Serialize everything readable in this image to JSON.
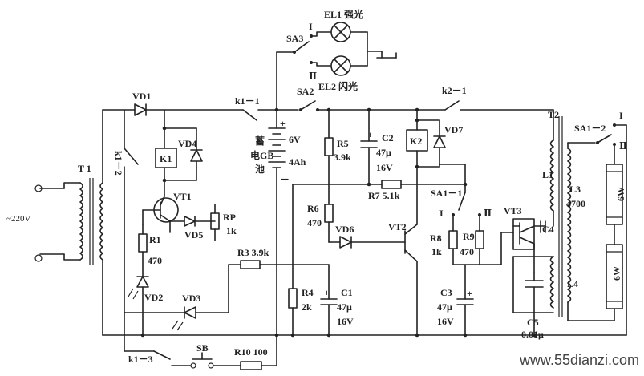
{
  "watermark": "www.55dianzi.com",
  "labels": {
    "T1": "T 1",
    "ac": "~220V",
    "VD1": "VD1",
    "k1_2": "k1－2",
    "K1": "K1",
    "VD4": "VD4",
    "VT1": "VT1",
    "VD5": "VD5",
    "RP": "RP",
    "RP_val": "1k",
    "R1": "R1",
    "R1_val": "470",
    "VD2": "VD2",
    "VD3": "VD3",
    "R3": "R3 3.9k",
    "k1_3": "k1－3",
    "SB": "SB",
    "R10": "R10 100",
    "k1_1": "k1－1",
    "batt_chars": [
      "蓄",
      "电GB",
      "池"
    ],
    "batt_v": "6V",
    "batt_ah": "4Ah",
    "SA3": "SA3",
    "SA3_I": "I",
    "SA3_II": "Ⅱ",
    "EL1": "EL1 强光",
    "EL2": "EL2 闪光",
    "SA2": "SA2",
    "R5": "R5",
    "R5_val": "3.9k",
    "C2": "C2",
    "C2_val": "47μ",
    "C2_v": "16V",
    "K2": "K2",
    "k2_1": "k2－1",
    "VD7": "VD7",
    "R7": "R7  5.1k",
    "R6": "R6",
    "R6_val": "470",
    "VD6": "VD6",
    "VT2": "VT2",
    "R4": "R4",
    "R4_val": "2k",
    "C1": "C1",
    "C1_val": "47μ",
    "C1_v": "16V",
    "SA1_1": "SA1－1",
    "I_a": "I",
    "II_a": "Ⅱ",
    "R8": "R8",
    "R8_val": "1k",
    "R9": "R9",
    "R9_val": "470",
    "C3": "C3",
    "C3_val": "47μ",
    "C3_v": "16V",
    "VT3": "VT3",
    "C4": "C4",
    "C5": "C5",
    "C5_val": "0.01μ",
    "T2": "T2",
    "L1": "L1",
    "L3": "L3",
    "L3_val": "4700",
    "L4": "L4",
    "SA1_2": "SA1－2",
    "SA1_2_I": "I",
    "SA1_2_II": "Ⅱ",
    "lamp1": "6W",
    "lamp2": "6W",
    "plus": "+",
    "minus": "－"
  }
}
